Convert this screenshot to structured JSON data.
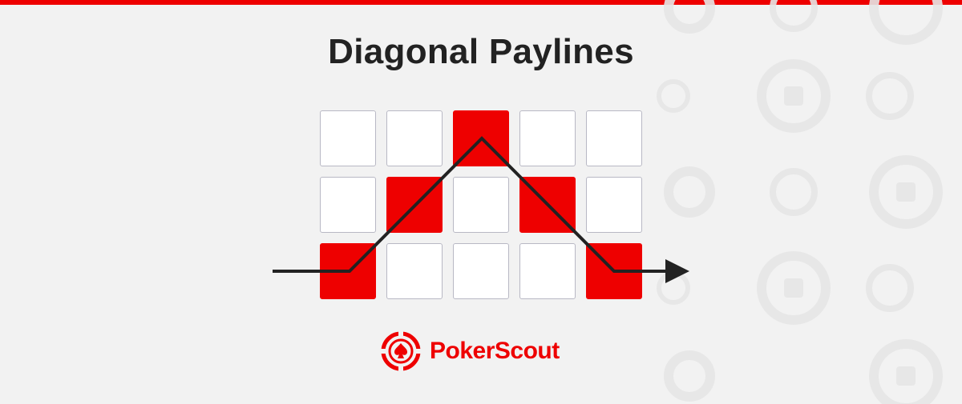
{
  "title": "Diagonal Paylines",
  "grid": {
    "rows": 3,
    "columns": 5,
    "active_cells": [
      {
        "row": 3,
        "col": 1
      },
      {
        "row": 2,
        "col": 2
      },
      {
        "row": 1,
        "col": 3
      },
      {
        "row": 2,
        "col": 4
      },
      {
        "row": 3,
        "col": 5
      }
    ]
  },
  "brand": {
    "name": "PokerScout",
    "logo_icon": "spade-chip-icon"
  },
  "colors": {
    "accent": "#ee0000",
    "line": "#222222",
    "background": "#f2f2f2",
    "cell": "#ffffff",
    "cell_border": "#b8b8c4"
  }
}
